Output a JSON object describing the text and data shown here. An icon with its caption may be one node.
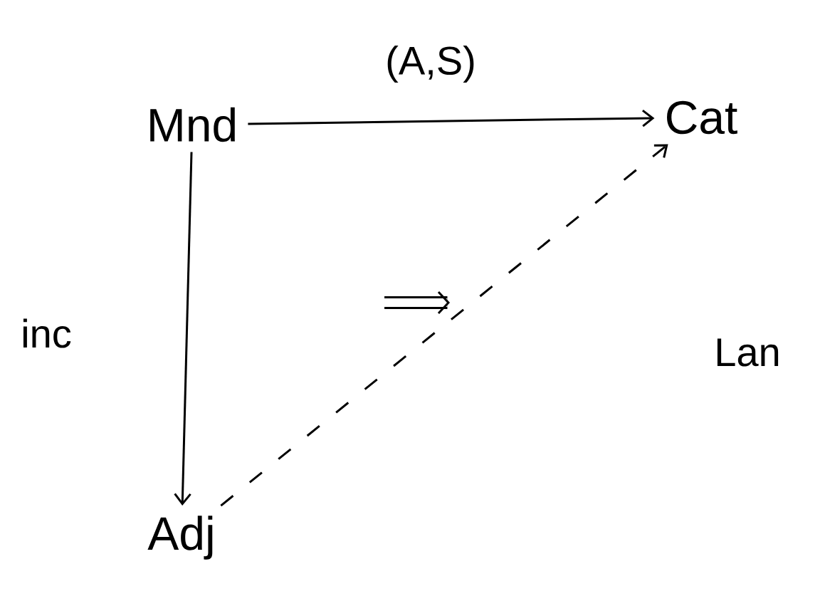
{
  "diagram": {
    "nodes": [
      {
        "text": [
          "Mnd"
        ]
      },
      {
        "text": [
          "Cat"
        ]
      },
      {
        "text": [
          "Adj"
        ]
      }
    ],
    "edges": [
      {
        "from": 0,
        "to": 1,
        "arrow": "to",
        "label": "(A,S)"
      },
      {
        "from": 0,
        "to": 2,
        "arrow": "to",
        "label": "inc"
      },
      {
        "from": 2,
        "to": 1,
        "arrow": "to",
        "label": "Lan",
        "style": "dashed"
      }
    ]
  }
}
